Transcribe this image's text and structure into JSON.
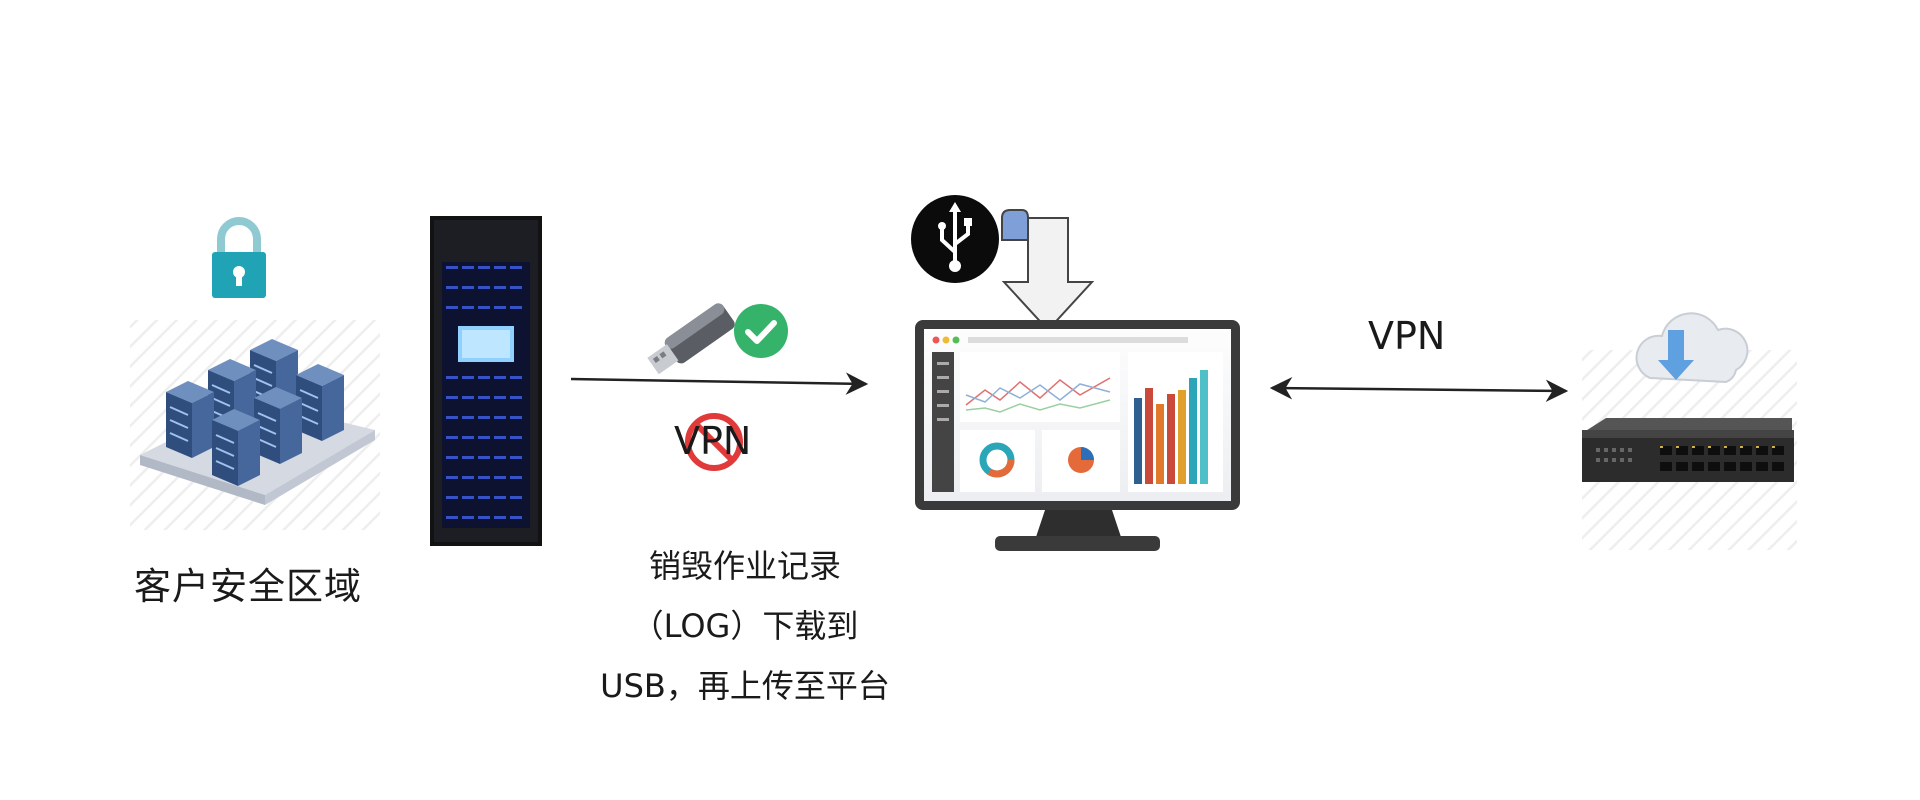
{
  "nodes": {
    "customer_zone": {
      "label": "客户安全区域",
      "icon": "server-cluster-lock-icon"
    },
    "rack": {
      "icon": "server-rack-icon"
    },
    "usb_drive": {
      "icon": "usb-drive-check-icon"
    },
    "platform": {
      "icon": "monitor-dashboard-icon"
    },
    "usb_symbol": {
      "icon": "usb-symbol-icon"
    },
    "network": {
      "icon": "network-switch-cloud-icon"
    }
  },
  "edges": {
    "offline_link": {
      "label": "VPN",
      "status": "no-vpn",
      "description_lines": [
        "销毁作业记录",
        "（LOG）下载到",
        "USB，再上传至平台"
      ]
    },
    "online_link": {
      "label": "VPN"
    }
  },
  "colors": {
    "lock": "#1fa3b5",
    "server_blue": "#3c5d8a",
    "prohibit_red": "#e03a3a",
    "check_green": "#36b36a",
    "arrow_fill": "#f2f2f2",
    "line": "#222222"
  }
}
